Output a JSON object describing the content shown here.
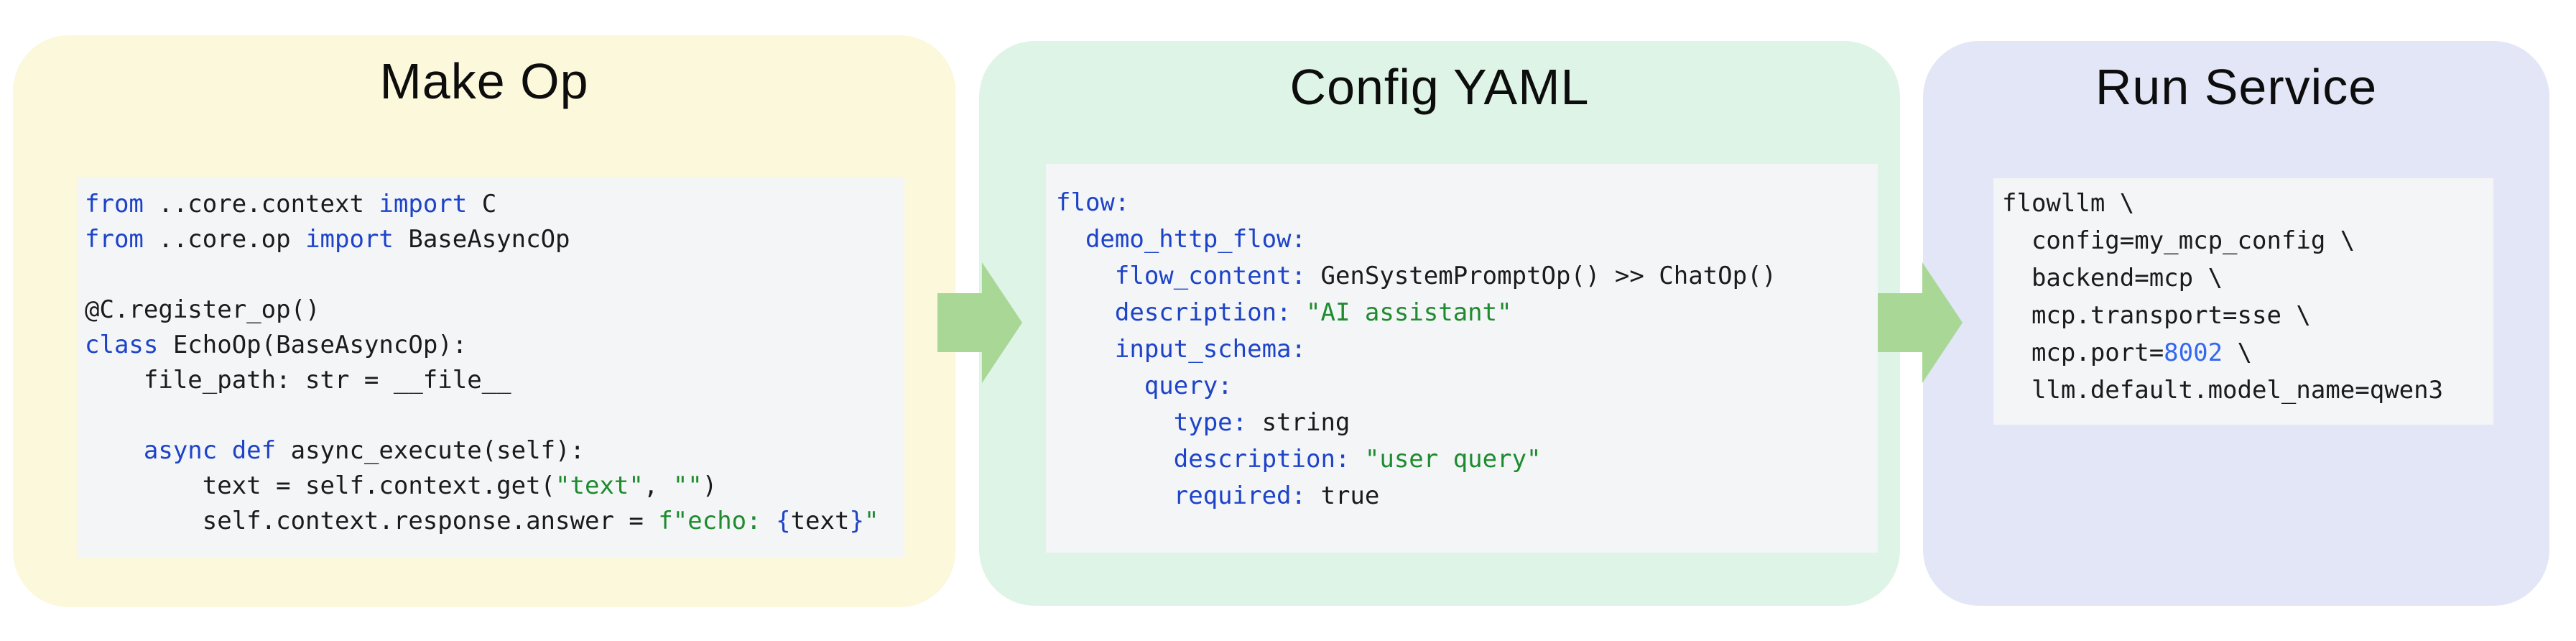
{
  "colors": {
    "canvas_bg": "#ffffff",
    "panel_make_bg": "#fbf8db",
    "panel_config_bg": "#def4e6",
    "panel_run_bg": "#e2e6f7",
    "code_bg": "#f3f5f7",
    "arrow": "#a9d795",
    "title_text": "#0d0d0d",
    "code_text": "#1b1b1b",
    "keyword": "#1d43c8",
    "string": "#1e8b2e",
    "number": "#3568f0"
  },
  "panels": [
    {
      "title": "Make Op",
      "language": "python",
      "code": [
        [
          [
            "from",
            "keyword"
          ],
          [
            " ..core.context ",
            "plain"
          ],
          [
            "import",
            "keyword"
          ],
          [
            " C",
            "plain"
          ]
        ],
        [
          [
            "from",
            "keyword"
          ],
          [
            " ..core.op ",
            "plain"
          ],
          [
            "import",
            "keyword"
          ],
          [
            " BaseAsyncOp",
            "plain"
          ]
        ],
        [],
        [
          [
            "@C.register_op()",
            "plain"
          ]
        ],
        [
          [
            "class",
            "keyword"
          ],
          [
            " EchoOp(BaseAsyncOp):",
            "plain"
          ]
        ],
        [
          [
            "    file_path: str = __file__",
            "plain"
          ]
        ],
        [],
        [
          [
            "    ",
            "plain"
          ],
          [
            "async def",
            "keyword"
          ],
          [
            " async_execute(self):",
            "plain"
          ]
        ],
        [
          [
            "        text = self.context.get(",
            "plain"
          ],
          [
            "\"text\"",
            "string"
          ],
          [
            ", ",
            "plain"
          ],
          [
            "\"\"",
            "string"
          ],
          [
            ")",
            "plain"
          ]
        ],
        [
          [
            "        self.context.response.answer = ",
            "plain"
          ],
          [
            "f\"echo: ",
            "string"
          ],
          [
            "{",
            "brace"
          ],
          [
            "text",
            "plain"
          ],
          [
            "}",
            "brace"
          ],
          [
            "\"",
            "string"
          ]
        ]
      ]
    },
    {
      "title": "Config YAML",
      "language": "yaml",
      "code": [
        [
          [
            "flow:",
            "keyword"
          ]
        ],
        [
          [
            "  demo_http_flow:",
            "keyword"
          ]
        ],
        [
          [
            "    flow_content:",
            "keyword"
          ],
          [
            " GenSystemPromptOp() >> ChatOp()",
            "plain"
          ]
        ],
        [
          [
            "    description:",
            "keyword"
          ],
          [
            " ",
            "plain"
          ],
          [
            "\"AI assistant\"",
            "string"
          ]
        ],
        [
          [
            "    input_schema:",
            "keyword"
          ]
        ],
        [
          [
            "      query:",
            "keyword"
          ]
        ],
        [
          [
            "        type:",
            "keyword"
          ],
          [
            " string",
            "plain"
          ]
        ],
        [
          [
            "        description:",
            "keyword"
          ],
          [
            " ",
            "plain"
          ],
          [
            "\"user query\"",
            "string"
          ]
        ],
        [
          [
            "        required:",
            "keyword"
          ],
          [
            " true",
            "plain"
          ]
        ]
      ]
    },
    {
      "title": "Run Service",
      "language": "shell",
      "code": [
        [
          [
            "flowllm \\",
            "plain"
          ]
        ],
        [
          [
            "  config=my_mcp_config \\",
            "plain"
          ]
        ],
        [
          [
            "  backend=mcp \\",
            "plain"
          ]
        ],
        [
          [
            "  mcp.transport=sse \\",
            "plain"
          ]
        ],
        [
          [
            "  mcp.port=",
            "plain"
          ],
          [
            "8002",
            "number"
          ],
          [
            " \\",
            "plain"
          ]
        ],
        [
          [
            "  llm.default.model_name=qwen3",
            "plain"
          ]
        ]
      ]
    }
  ],
  "arrows": [
    {
      "name": "make-op-to-config-yaml"
    },
    {
      "name": "config-yaml-to-run-service"
    }
  ]
}
